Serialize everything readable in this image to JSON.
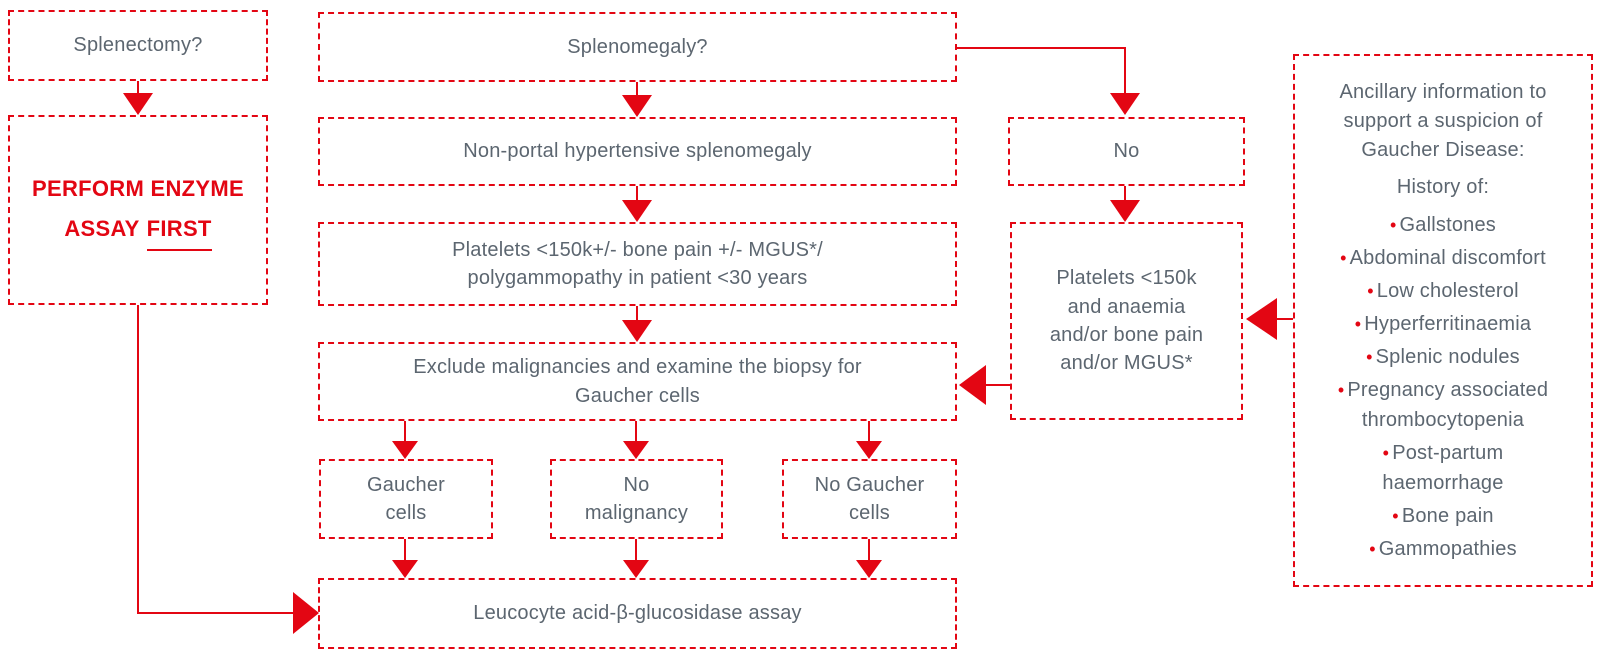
{
  "colors": {
    "red": "#e30613",
    "text_gray": "#5c6670"
  },
  "boxes": {
    "splenectomy": "Splenectomy?",
    "perform_enzyme": {
      "line1": "PERFORM ENZYME",
      "line2_text": "ASSAY",
      "line2_underlined": "FIRST"
    },
    "splenomegaly": "Splenomegaly?",
    "non_portal": "Non-portal hypertensive splenomegaly",
    "platelets_center": "Platelets <150k+/- bone pain +/- MGUS*/\npolygammopathy in patient <30 years",
    "exclude_malignancies": "Exclude malignancies and examine the biopsy for\nGaucher cells",
    "gaucher_cells": "Gaucher\ncells",
    "no_malignancy": "No\nmalignancy",
    "no_gaucher_cells": "No Gaucher\ncells",
    "leucocyte_assay": "Leucocyte acid-β-glucosidase assay",
    "no": "No",
    "platelets_right": "Platelets <150k\nand anaemia\nand/or bone pain\nand/or MGUS*",
    "ancillary": {
      "header": "Ancillary information to\nsupport a suspicion of\nGaucher Disease:",
      "subheader": "History of:",
      "bullet": "•",
      "items": [
        "Gallstones",
        "Abdominal discomfort",
        "Low cholesterol",
        "Hyperferritinaemia",
        "Splenic nodules",
        "Pregnancy associated\nthrombocytopenia",
        "Post-partum\nhaemorrhage",
        "Bone pain",
        "Gammopathies"
      ]
    }
  }
}
